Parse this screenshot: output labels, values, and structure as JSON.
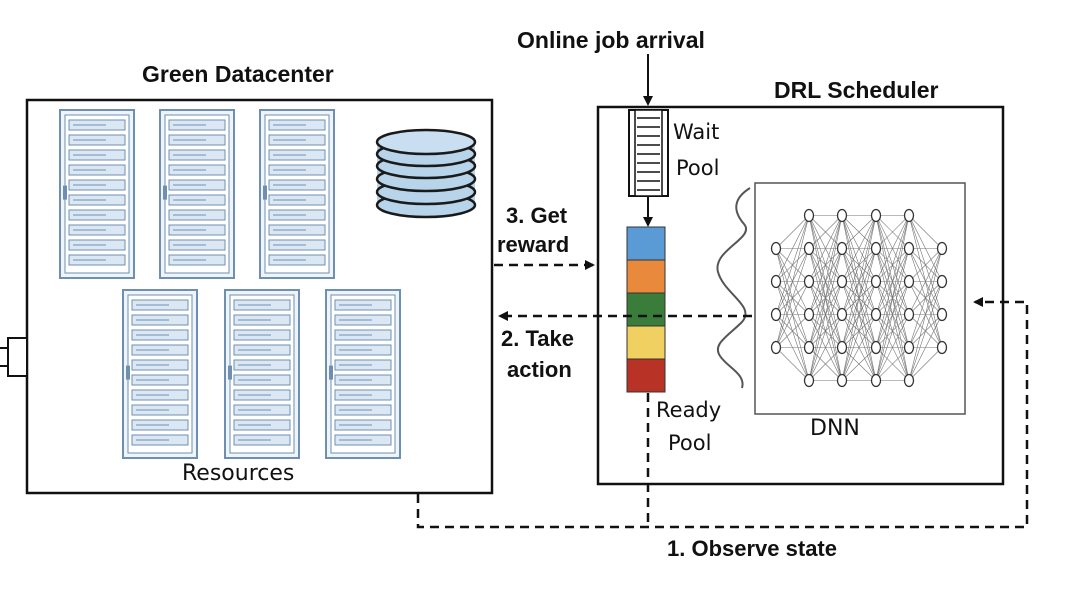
{
  "title_datacenter": "Green Datacenter",
  "title_scheduler": "DRL Scheduler",
  "online_job_arrival": "Online job arrival",
  "wait_pool": [
    "Wait",
    "Pool"
  ],
  "ready_pool": [
    "Ready",
    "Pool"
  ],
  "dnn_label": "DNN",
  "resources_label": "Resources",
  "step_reward": [
    "3. Get",
    "reward"
  ],
  "step_action": [
    "2. Take",
    "action"
  ],
  "step_observe": "1. Observe state",
  "ready_pool_colors": [
    "#5b9bd5",
    "#e8893b",
    "#3a7d3a",
    "#f0d060",
    "#b83226"
  ],
  "rack_color": "#6f8fb0",
  "rack_fill": "#dbe8f4",
  "storage_fill": "#b8d4ea",
  "dnn_layers": [
    4,
    6,
    6,
    6,
    6,
    4
  ]
}
